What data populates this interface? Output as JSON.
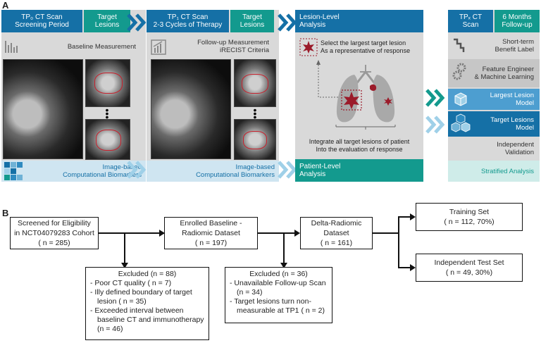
{
  "section_a_label": "A",
  "section_b_label": "B",
  "panel1": {
    "header_left_line1": "TP₀ CT Scan",
    "header_left_line2": "Screening Period",
    "header_right_line1": "Target",
    "header_right_line2": "Lesions",
    "measure_label": "Baseline Measurement",
    "biomarker_line1": "Image-based",
    "biomarker_line2": "Computational Biomarkers",
    "ellipsis": "•\n•\n•"
  },
  "panel2": {
    "header_left_line1": "TP₁ CT Scan",
    "header_left_line2": "2-3 Cycles of Therapy",
    "header_right_line1": "Target",
    "header_right_line2": "Lesions",
    "measure_line1": "Follow-up Measurement",
    "measure_line2": "iRECIST Criteria",
    "biomarker_line1": "Image-based",
    "biomarker_line2": "Computational Biomarkers",
    "ellipsis": "•\n•\n•"
  },
  "panel3": {
    "header_line1": "Lesion-Level",
    "header_line2": "Analysis",
    "select_line1": "Select the largest target lesion",
    "select_line2": "As a representative of response",
    "integrate_line1": "Integrate all target lesions of patient",
    "integrate_line2": "Into the evaluation of response",
    "footer_line1": "Patient-Level",
    "footer_line2": "Analysis"
  },
  "panel4": {
    "header_left_line1": "TPₓ CT",
    "header_left_line2": "Scan",
    "header_right_line1": "6 Months",
    "header_right_line2": "Follow-up",
    "row1_line1": "Short-term",
    "row1_line2": "Benefit Label",
    "row2_line1": "Feature Engineer",
    "row2_line2": "& Machine Learning",
    "row3_line1": "Largest Lesion",
    "row3_line2": "Model",
    "row4_line1": "Target Lesions",
    "row4_line2": "Model",
    "row5_line1": "Independent",
    "row5_line2": "Validation",
    "row6": "Stratified Analysis"
  },
  "flow": {
    "screened_line1": "Screened for Eligibility",
    "screened_line2": "in NCT04079283 Cohort",
    "screened_line3": "( n = 285)",
    "enrolled_line1": "Enrolled Baseline -",
    "enrolled_line2": "Radiomic Dataset",
    "enrolled_line3": "( n = 197)",
    "delta_line1": "Delta-Radiomic",
    "delta_line2": "Dataset",
    "delta_line3": "( n = 161)",
    "training_line1": "Training Set",
    "training_line2": "( n = 112, 70%)",
    "test_line1": "Independent Test Set",
    "test_line2": "( n = 49, 30%)",
    "excluded1_title": "Excluded (n = 88)",
    "excluded1_items": [
      "- Poor CT quality ( n = 7)",
      "- Illy defined boundary of target lesion ( n = 35)",
      "- Exceeded interval between baseline CT and immunotherapy (n = 46)"
    ],
    "excluded2_title": "Excluded (n = 36)",
    "excluded2_items": [
      "- Unavailable Follow-up Scan (n = 34)",
      "- Target lesions turn non-measurable at TP1 ( n = 2)"
    ]
  },
  "colors": {
    "blue": "#1570a6",
    "teal": "#139a8e",
    "light_blue": "#cfe5f1",
    "panel_gray": "#d9d9d9",
    "lesion_red": "#9b1b2a"
  }
}
